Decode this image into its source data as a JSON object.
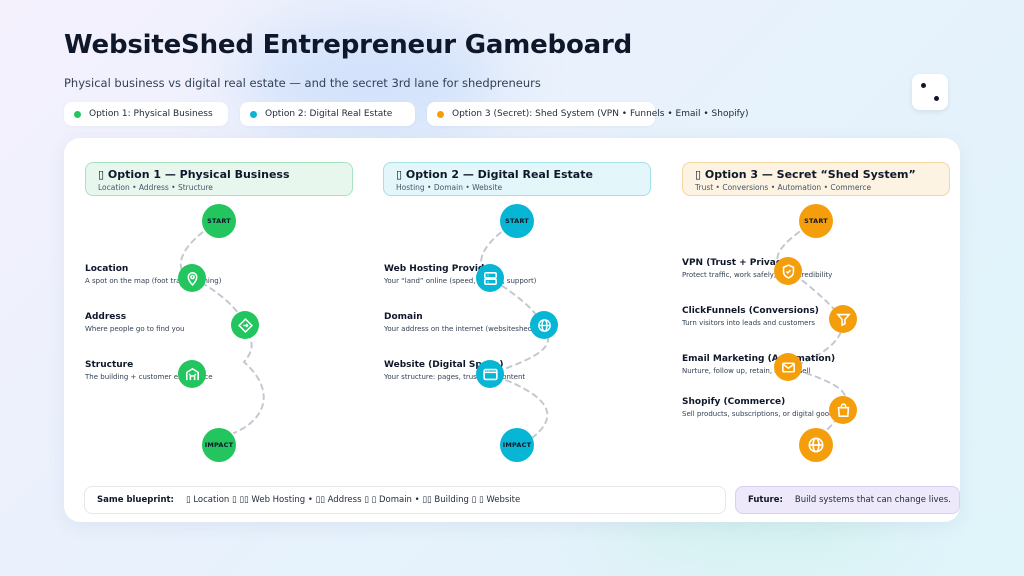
{
  "title": "WebsiteShed Entrepreneur Gameboard",
  "subtitle": "Physical business vs digital real estate — and the secret 3rd lane for shedpreneurs",
  "legend": [
    {
      "label": "Option 1: Physical Business",
      "color": "#22c55e"
    },
    {
      "label": "Option 2: Digital Real Estate",
      "color": "#06b6d4"
    },
    {
      "label": "Option 3 (Secret): Shed System (VPN • Funnels • Email • Shopify)",
      "color": "#f59e0b"
    }
  ],
  "columns": [
    {
      "title": "▯ Option 1 — Physical Business",
      "subtitle": "Location • Address • Structure",
      "start_label": "START",
      "end_label": "IMPACT",
      "steps": [
        {
          "title": "Location",
          "desc": "A spot on the map (foot traffic, zoning)",
          "icon": "map-pin-icon"
        },
        {
          "title": "Address",
          "desc": "Where people go to find you",
          "icon": "signpost-icon"
        },
        {
          "title": "Structure",
          "desc": "The building + customer experience",
          "icon": "building-icon"
        }
      ]
    },
    {
      "title": "▯ Option 2 — Digital Real Estate",
      "subtitle": "Hosting • Domain • Website",
      "start_label": "START",
      "end_label": "IMPACT",
      "steps": [
        {
          "title": "Web Hosting Provider",
          "desc": "Your “land” online (speed, uptime, support)",
          "icon": "server-icon"
        },
        {
          "title": "Domain",
          "desc": "Your address on the internet (websiteshed.com)",
          "icon": "globe-icon"
        },
        {
          "title": "Website (Digital Space)",
          "desc": "Your structure: pages, trust, UX, content",
          "icon": "browser-icon"
        }
      ]
    },
    {
      "title": "▯ Option 3 — Secret “Shed System”",
      "subtitle": "Trust • Conversions • Automation • Commerce",
      "start_label": "START",
      "steps": [
        {
          "title": "VPN (Trust + Privacy)",
          "desc": "Protect traffic, work safely, build credibility",
          "icon": "shield-icon"
        },
        {
          "title": "ClickFunnels (Conversions)",
          "desc": "Turn visitors into leads and customers",
          "icon": "funnel-icon"
        },
        {
          "title": "Email Marketing (Automation)",
          "desc": "Nurture, follow up, retain, and upsell",
          "icon": "email-icon"
        },
        {
          "title": "Shopify (Commerce)",
          "desc": "Sell products, subscriptions, or digital goods",
          "icon": "shopping-bag-icon"
        }
      ],
      "end_icon": "globe-icon"
    }
  ],
  "blueprint": {
    "label": "Same blueprint:",
    "text": "▯ Location ▯ ▯▯ Web Hosting • ▯▯ Address ▯ ▯ Domain • ▯▯ Building ▯ ▯ Website"
  },
  "future": {
    "label": "Future:",
    "text": "Build systems that can change lives."
  },
  "colors": {
    "green": "#22c55e",
    "cyan": "#06b6d4",
    "amber": "#f59e0b",
    "path": "#c4c9d1"
  }
}
